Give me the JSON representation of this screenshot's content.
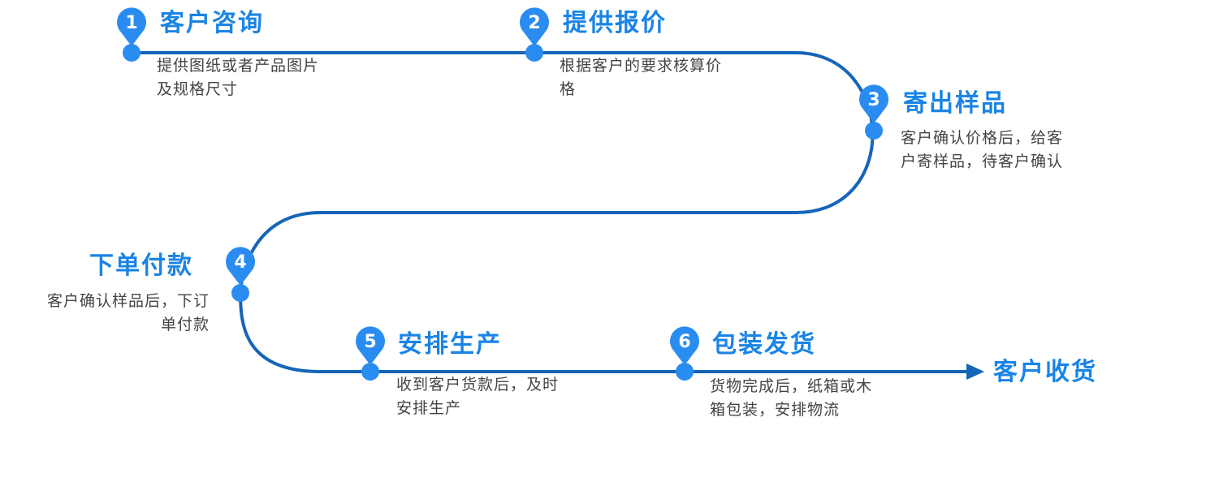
{
  "colors": {
    "line": "#1565b8",
    "accent": "#2a8cf0",
    "title": "#1a84e6",
    "text": "#444444",
    "badge_text": "#ffffff"
  },
  "steps": [
    {
      "number": "1",
      "title": "客户咨询",
      "desc": [
        "提供图纸或者产品图片",
        "及规格尺寸"
      ]
    },
    {
      "number": "2",
      "title": "提供报价",
      "desc": [
        "根据客户的要求核算价",
        "格"
      ]
    },
    {
      "number": "3",
      "title": "寄出样品",
      "desc": [
        "客户确认价格后，给客",
        "户寄样品，待客户确认"
      ]
    },
    {
      "number": "4",
      "title": "下单付款",
      "desc": [
        "客户确认样品后，下订",
        "单付款"
      ]
    },
    {
      "number": "5",
      "title": "安排生产",
      "desc": [
        "收到客户货款后，及时",
        "安排生产"
      ]
    },
    {
      "number": "6",
      "title": "包装发货",
      "desc": [
        "货物完成后，纸箱或木",
        "箱包装，安排物流"
      ]
    }
  ],
  "final": {
    "title": "客户收货"
  }
}
